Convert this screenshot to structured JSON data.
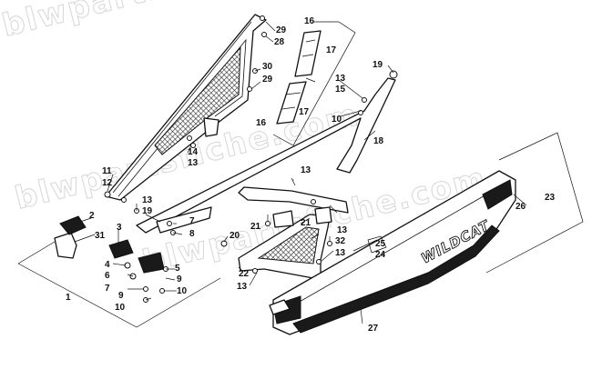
{
  "watermark": {
    "text_top": "blwpartsfiche.com",
    "text_mid": "blwpartsfiche.com",
    "text_bot": "blwpartsfiche.com"
  },
  "decal_text": "WILDCAT",
  "callouts": {
    "c1": "1",
    "c2": "2",
    "c3": "3",
    "c4": "4",
    "c5": "5",
    "c6": "6",
    "c7a": "7",
    "c7b": "7",
    "c8": "8",
    "c9a": "9",
    "c9b": "9",
    "c10a": "10",
    "c10b": "10",
    "c10c": "10",
    "c11": "11",
    "c12": "12",
    "c13a": "13",
    "c13b": "13",
    "c13c": "13",
    "c13d": "13",
    "c13e": "13",
    "c13f": "13",
    "c13g": "13",
    "c14": "14",
    "c15": "15",
    "c16a": "16",
    "c16b": "16",
    "c17a": "17",
    "c17b": "17",
    "c18": "18",
    "c19a": "19",
    "c19b": "19",
    "c20": "20",
    "c21a": "21",
    "c21b": "21",
    "c22": "22",
    "c23": "23",
    "c24": "24",
    "c25": "25",
    "c26": "26",
    "c27": "27",
    "c28": "28",
    "c29a": "29",
    "c29b": "29",
    "c30": "30",
    "c31": "31",
    "c32": "32"
  }
}
